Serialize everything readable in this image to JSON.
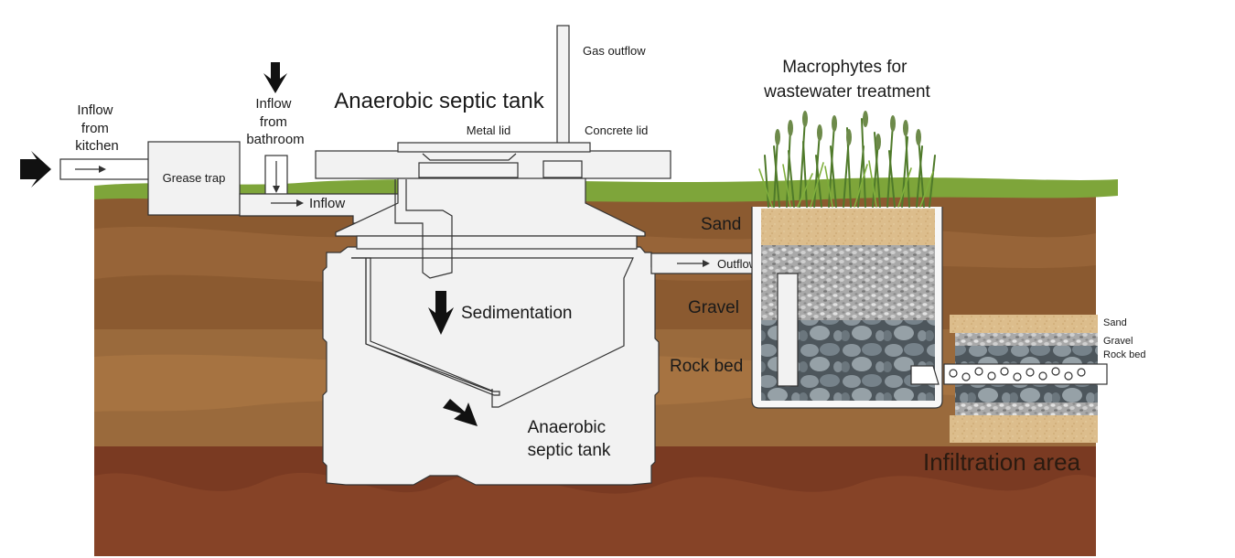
{
  "diagram": {
    "labels": {
      "inflow_kitchen": [
        "Inflow",
        "from",
        "kitchen"
      ],
      "inflow_bathroom": [
        "Inflow",
        "from",
        "bathroom"
      ],
      "grease_trap": "Grease trap",
      "inflow_pipe": "Inflow",
      "tank_title": "Anaerobic septic tank",
      "gas_outflow": "Gas outflow",
      "metal_lid": "Metal lid",
      "concrete_lid": "Concrete lid",
      "sedimentation": "Sedimentation",
      "tank_body": [
        "Anaerobic",
        "septic tank"
      ],
      "outflow": "Outflow",
      "macrophytes": [
        "Macrophytes for",
        "wastewater treatment"
      ],
      "sand": "Sand",
      "gravel": "Gravel",
      "rock_bed": "Rock bed",
      "infiltration_sand": "Sand",
      "infiltration_gravel": "Gravel",
      "infiltration_rock_bed": "Rock bed",
      "infiltration_area": "Infiltration area"
    },
    "colors": {
      "grass": "#7ea53a",
      "topsoil": "#8b5a30",
      "mid_soil": "#9a6a3c",
      "deep_soil": "#7a3a22",
      "tank": "#f2f2f2",
      "sand": "#d9b98a",
      "gravel": "#bdbdbd",
      "rock": "#6f7a82"
    }
  }
}
